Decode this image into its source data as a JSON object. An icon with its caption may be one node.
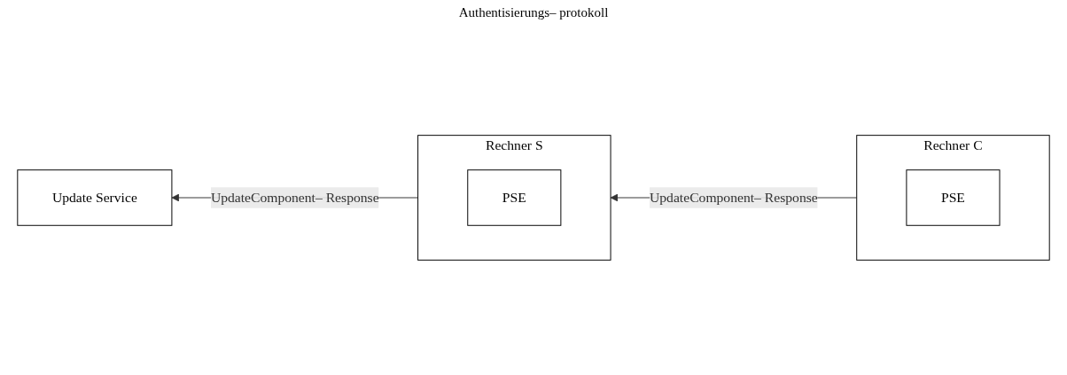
{
  "diagram": {
    "nodes": [
      {
        "text": [
          "Update Service"
        ]
      },
      {
        "text": [
          "Rechner S"
        ]
      },
      {
        "text": [
          "PSE"
        ],
        "in": 1
      },
      {
        "text": [
          "Rechner C"
        ]
      },
      {
        "text": [
          "PSE"
        ],
        "in": 3
      }
    ],
    "edges": [
      {
        "from": 1,
        "to": 0,
        "arrow": "to",
        "label": "UpdateComponent– Response"
      },
      {
        "from": 3,
        "to": 1,
        "arrow": "to",
        "label": "UpdateComponent– Response"
      }
    ],
    "labels": [
      "Authentisierungs– protokoll"
    ]
  }
}
